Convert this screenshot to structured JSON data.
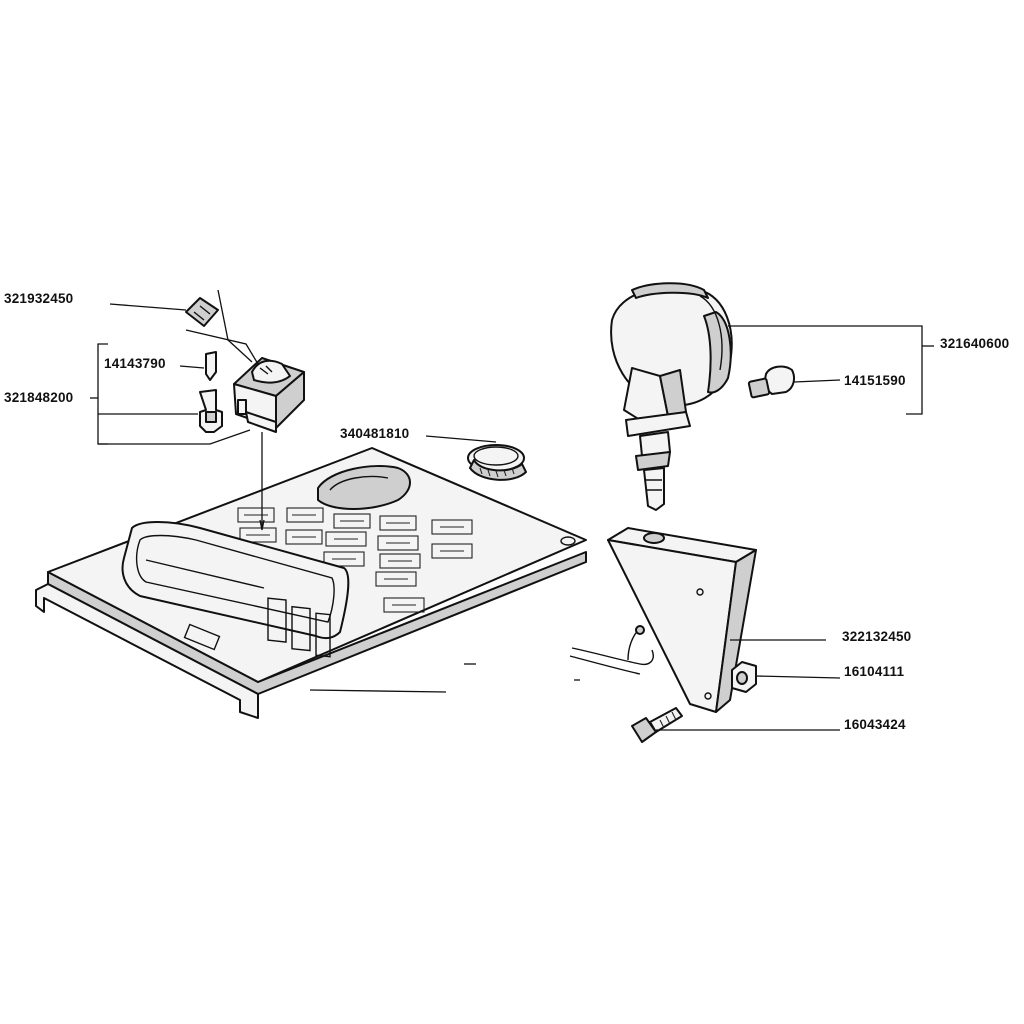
{
  "callouts": [
    {
      "id": "p321932450",
      "text": "321932450"
    },
    {
      "id": "p14143790",
      "text": "14143790"
    },
    {
      "id": "p321848200",
      "text": "321848200"
    },
    {
      "id": "p340481810",
      "text": "340481810"
    },
    {
      "id": "p321640600",
      "text": "321640600"
    },
    {
      "id": "p14151590",
      "text": "14151590"
    },
    {
      "id": "p322132450",
      "text": "322132450"
    },
    {
      "id": "p16104111",
      "text": "16104111"
    },
    {
      "id": "p16043424",
      "text": "16043424"
    }
  ]
}
